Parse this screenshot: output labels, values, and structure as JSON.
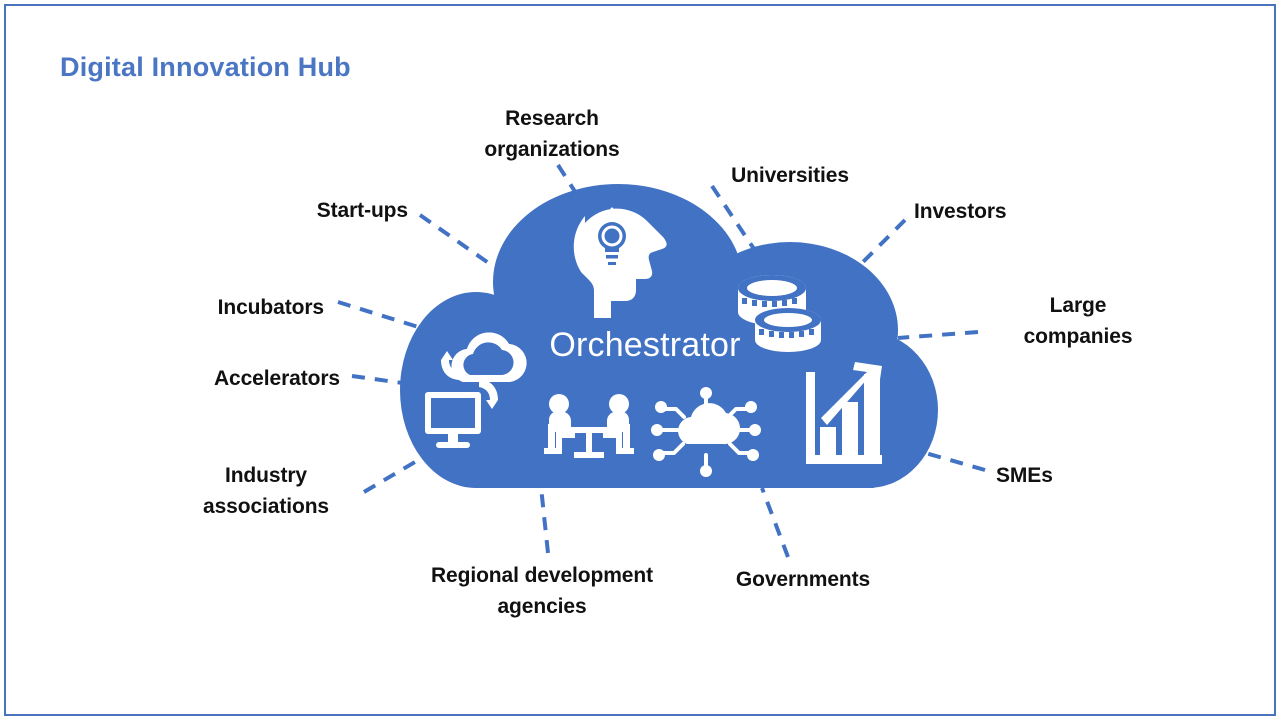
{
  "slide": {
    "title": "Digital Innovation Hub",
    "title_color": "#4A76C4",
    "border_color": "#4A72BE",
    "background": "#ffffff"
  },
  "hub": {
    "center_label": "Orchestrator",
    "cloud_color": "#4272C4",
    "cloud_label_color": "#ffffff",
    "icons": [
      {
        "name": "head-lightbulb-icon",
        "meaning": "innovation / research thinking"
      },
      {
        "name": "coins-stack-icon",
        "meaning": "investment / funding"
      },
      {
        "name": "cloud-monitor-sync-icon",
        "meaning": "cloud computing services"
      },
      {
        "name": "meeting-table-icon",
        "meaning": "collaboration / meetings"
      },
      {
        "name": "cloud-network-icon",
        "meaning": "connected digital network"
      },
      {
        "name": "growth-bar-chart-icon",
        "meaning": "growth / performance"
      }
    ]
  },
  "stakeholders": [
    {
      "id": "research-organizations",
      "label": "Research\norganizations",
      "align": "center",
      "side": "top"
    },
    {
      "id": "universities",
      "label": "Universities",
      "align": "center",
      "side": "top-right"
    },
    {
      "id": "investors",
      "label": "Investors",
      "align": "left",
      "side": "right"
    },
    {
      "id": "large-companies",
      "label": "Large\ncompanies",
      "align": "center",
      "side": "right"
    },
    {
      "id": "smes",
      "label": "SMEs",
      "align": "left",
      "side": "right"
    },
    {
      "id": "governments",
      "label": "Governments",
      "align": "center",
      "side": "bottom"
    },
    {
      "id": "regional-development-agencies",
      "label": "Regional development\nagencies",
      "align": "center",
      "side": "bottom"
    },
    {
      "id": "industry-associations",
      "label": "Industry\nassociations",
      "align": "center",
      "side": "left"
    },
    {
      "id": "accelerators",
      "label": "Accelerators",
      "align": "right",
      "side": "left"
    },
    {
      "id": "incubators",
      "label": "Incubators",
      "align": "right",
      "side": "left"
    },
    {
      "id": "start-ups",
      "label": "Start-ups",
      "align": "right",
      "side": "top-left"
    }
  ],
  "connectors": {
    "style": "dashed",
    "color": "#4272C4"
  }
}
